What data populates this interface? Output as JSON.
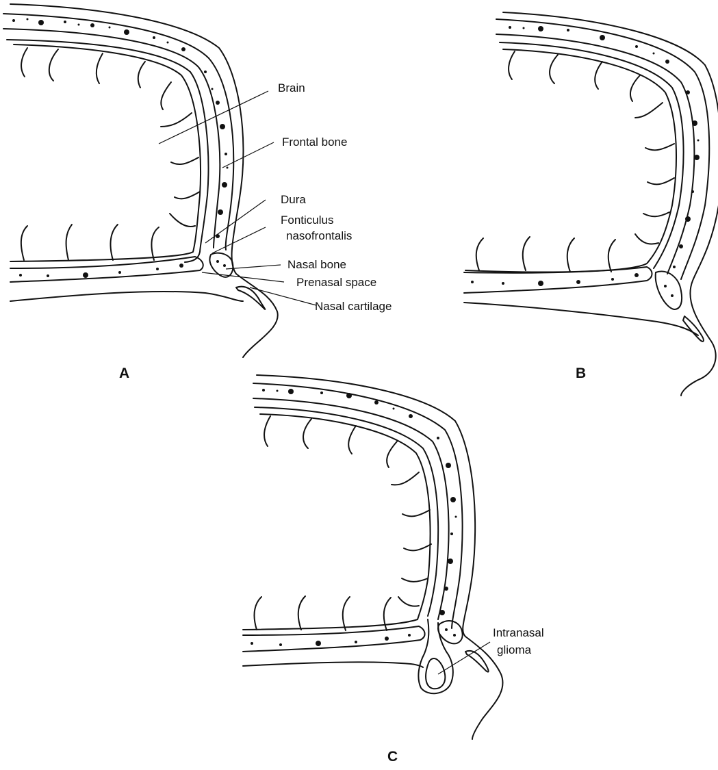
{
  "panels": [
    {
      "letter": "A",
      "labels": {
        "brain": "Brain",
        "frontal_bone": "Frontal bone",
        "dura": "Dura",
        "fonticulus_line1": "Fonticulus",
        "fonticulus_line2": "nasofrontalis",
        "nasal_bone": "Nasal bone",
        "prenasal_space": "Prenasal space",
        "nasal_cartilage": "Nasal cartilage"
      }
    },
    {
      "letter": "B"
    },
    {
      "letter": "C",
      "labels": {
        "glioma_line1": "Intranasal",
        "glioma_line2": "glioma"
      }
    }
  ],
  "colors": {
    "ink": "#111111",
    "background": "#ffffff"
  }
}
